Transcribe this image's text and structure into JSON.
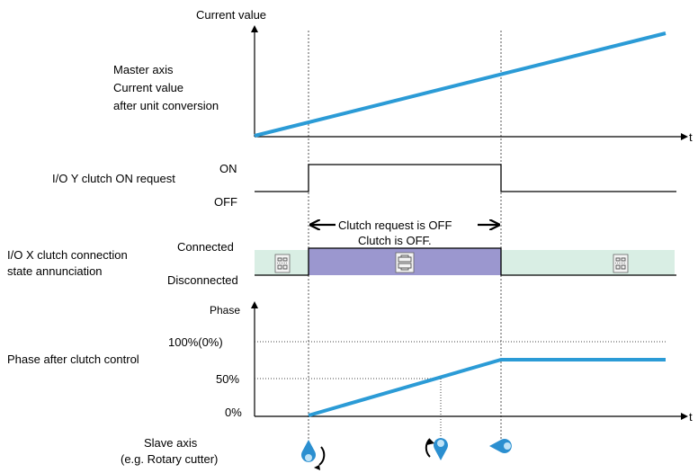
{
  "top_chart": {
    "y_axis_label": "Current value",
    "description_lines": [
      "Master axis",
      "Current value",
      "after unit conversion"
    ],
    "t_label": "t",
    "line_color": "#2b9bd6"
  },
  "y_clutch": {
    "label": "I/O Y clutch ON request",
    "on_label": "ON",
    "off_label": "OFF"
  },
  "annotation": {
    "line1": "Clutch request is OFF",
    "line2": "Clutch is OFF."
  },
  "x_clutch": {
    "label_line1": "I/O X clutch connection",
    "label_line2": "state annunciation",
    "connected_label": "Connected",
    "disconnected_label": "Disconnected",
    "disconnected_fill": "#d9eee4",
    "connected_fill": "#9b97cf"
  },
  "phase_chart": {
    "y_axis_label": "Phase",
    "label": "Phase after clutch control",
    "ticks": [
      "100%(0%)",
      "50%",
      "0%"
    ],
    "t_label": "t",
    "line_color": "#2b9bd6"
  },
  "slave": {
    "label_line1": "Slave axis",
    "label_line2": "(e.g. Rotary cutter)",
    "icon_color": "#2b8fd0"
  }
}
